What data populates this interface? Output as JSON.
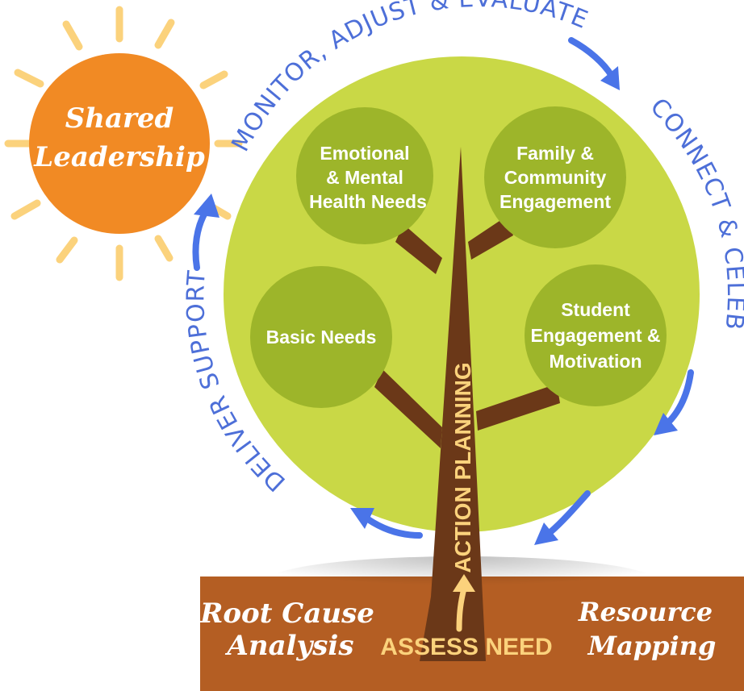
{
  "colors": {
    "sun": "#f18a24",
    "sun_rays": "#fbd27c",
    "canopy": "#c9d846",
    "node": "#9db52a",
    "trunk": "#6b3818",
    "soil": "#b45e23",
    "arrows": "#4a74e8",
    "arc_text": "#4d6fd8",
    "accent_text": "#fbd27c",
    "white": "#ffffff"
  },
  "sun": {
    "line1": "Shared",
    "line2": "Leadership"
  },
  "cycle": {
    "top": "MONITOR, ADJUST & EVALUATE",
    "right": "CONNECT & CELEBRATE",
    "left": "DELIVER SUPPORTS"
  },
  "nodes": {
    "emotional": [
      "Emotional",
      "& Mental",
      "Health Needs"
    ],
    "family": [
      "Family &",
      "Community",
      "Engagement"
    ],
    "basic": [
      "Basic Needs"
    ],
    "student": [
      "Student",
      "Engagement &",
      "Motivation"
    ]
  },
  "trunk": {
    "label": "ACTION PLANNING"
  },
  "soil": {
    "left": [
      "Root Cause",
      "Analysis"
    ],
    "center": "ASSESS NEED",
    "right": [
      "Resource",
      "Mapping"
    ]
  }
}
